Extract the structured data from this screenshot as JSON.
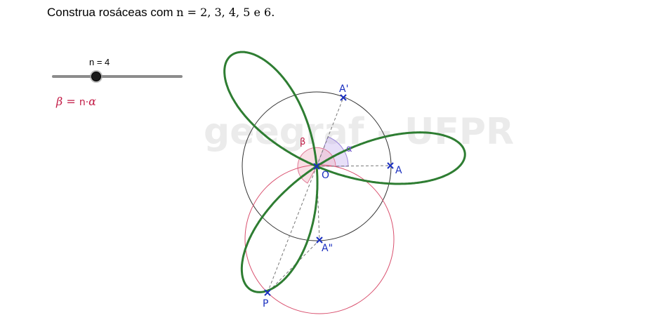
{
  "instruction": {
    "text": "Construa rosáceas com ",
    "math": "n = 2, 3, 4, 5 e 6."
  },
  "slider": {
    "label": "n = 4",
    "value": 4,
    "min": 2,
    "max": 6
  },
  "formula": {
    "lhs": "β = ",
    "n": "n",
    "dot": "·",
    "alpha": "α"
  },
  "watermark": "geegraf - UFPR",
  "points": {
    "O": "O",
    "A": "A",
    "A1": "A'",
    "A2": "A\"",
    "P": "P"
  },
  "angles": {
    "alpha": "α",
    "beta": "β"
  },
  "colors": {
    "rose_curve": "#2e7d32",
    "red_circle": "#d9506e",
    "black_circle": "#333333",
    "point": "#1a2fbf",
    "alpha_fill": "#c9b8f0",
    "beta_fill": "#f2b8c6",
    "formula": "#c21a45"
  }
}
